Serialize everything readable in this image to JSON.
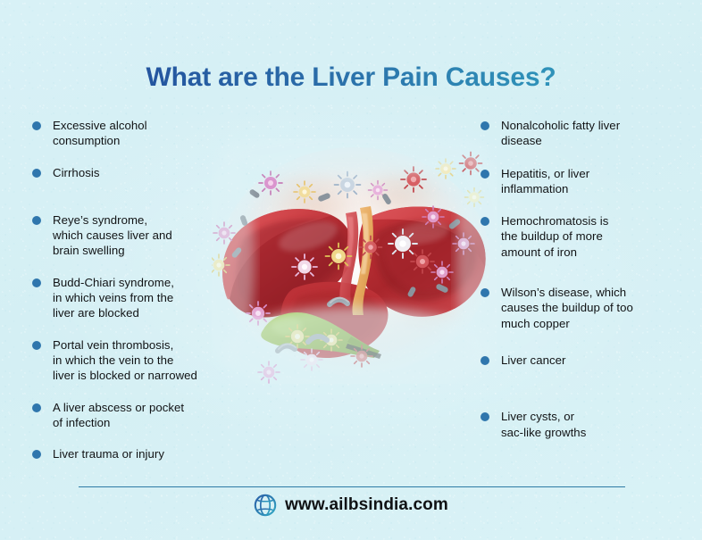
{
  "theme": {
    "background": "#d6f0f5",
    "bullet_color": "#2f76ad",
    "text_color": "#111315",
    "divider_color": "#2d7ba5",
    "title_gradient_start": "#1f4e9c",
    "title_gradient_end": "#31a5c3"
  },
  "header": {
    "title": "What are the Liver Pain Causes?"
  },
  "illustration": {
    "name": "liver-anatomy-illustration",
    "alt": "Human liver with gallbladder surrounded by viruses and bacteria",
    "liver_color": "#c9353c",
    "gallbladder_color": "#8ab33a",
    "bile_duct_color": "#e8a95d"
  },
  "columns": {
    "left": {
      "items": [
        {
          "text": "Excessive alcohol\nconsumption"
        },
        {
          "text": "Cirrhosis"
        },
        {
          "text": "Reye’s syndrome,\nwhich causes liver and\nbrain swelling"
        },
        {
          "text": "Budd-Chiari syndrome,\nin which veins from the\nliver are blocked"
        },
        {
          "text": "Portal vein thrombosis,\nin which the vein to the\nliver is blocked or narrowed"
        },
        {
          "text": "A liver abscess or pocket\nof infection"
        },
        {
          "text": "Liver trauma or injury"
        }
      ]
    },
    "right": {
      "items": [
        {
          "text": "Nonalcoholic fatty liver\ndisease"
        },
        {
          "text": "Hepatitis, or liver\ninflammation"
        },
        {
          "text": "Hemochromatosis is\nthe buildup of more\namount of iron"
        },
        {
          "text": "Wilson’s disease, which\ncauses the buildup of too\nmuch copper"
        },
        {
          "text": "Liver cancer"
        },
        {
          "text": "Liver cysts, or\nsac-like growths"
        }
      ]
    }
  },
  "footer": {
    "icon": "globe-icon",
    "url": "www.ailbsindia.com"
  }
}
